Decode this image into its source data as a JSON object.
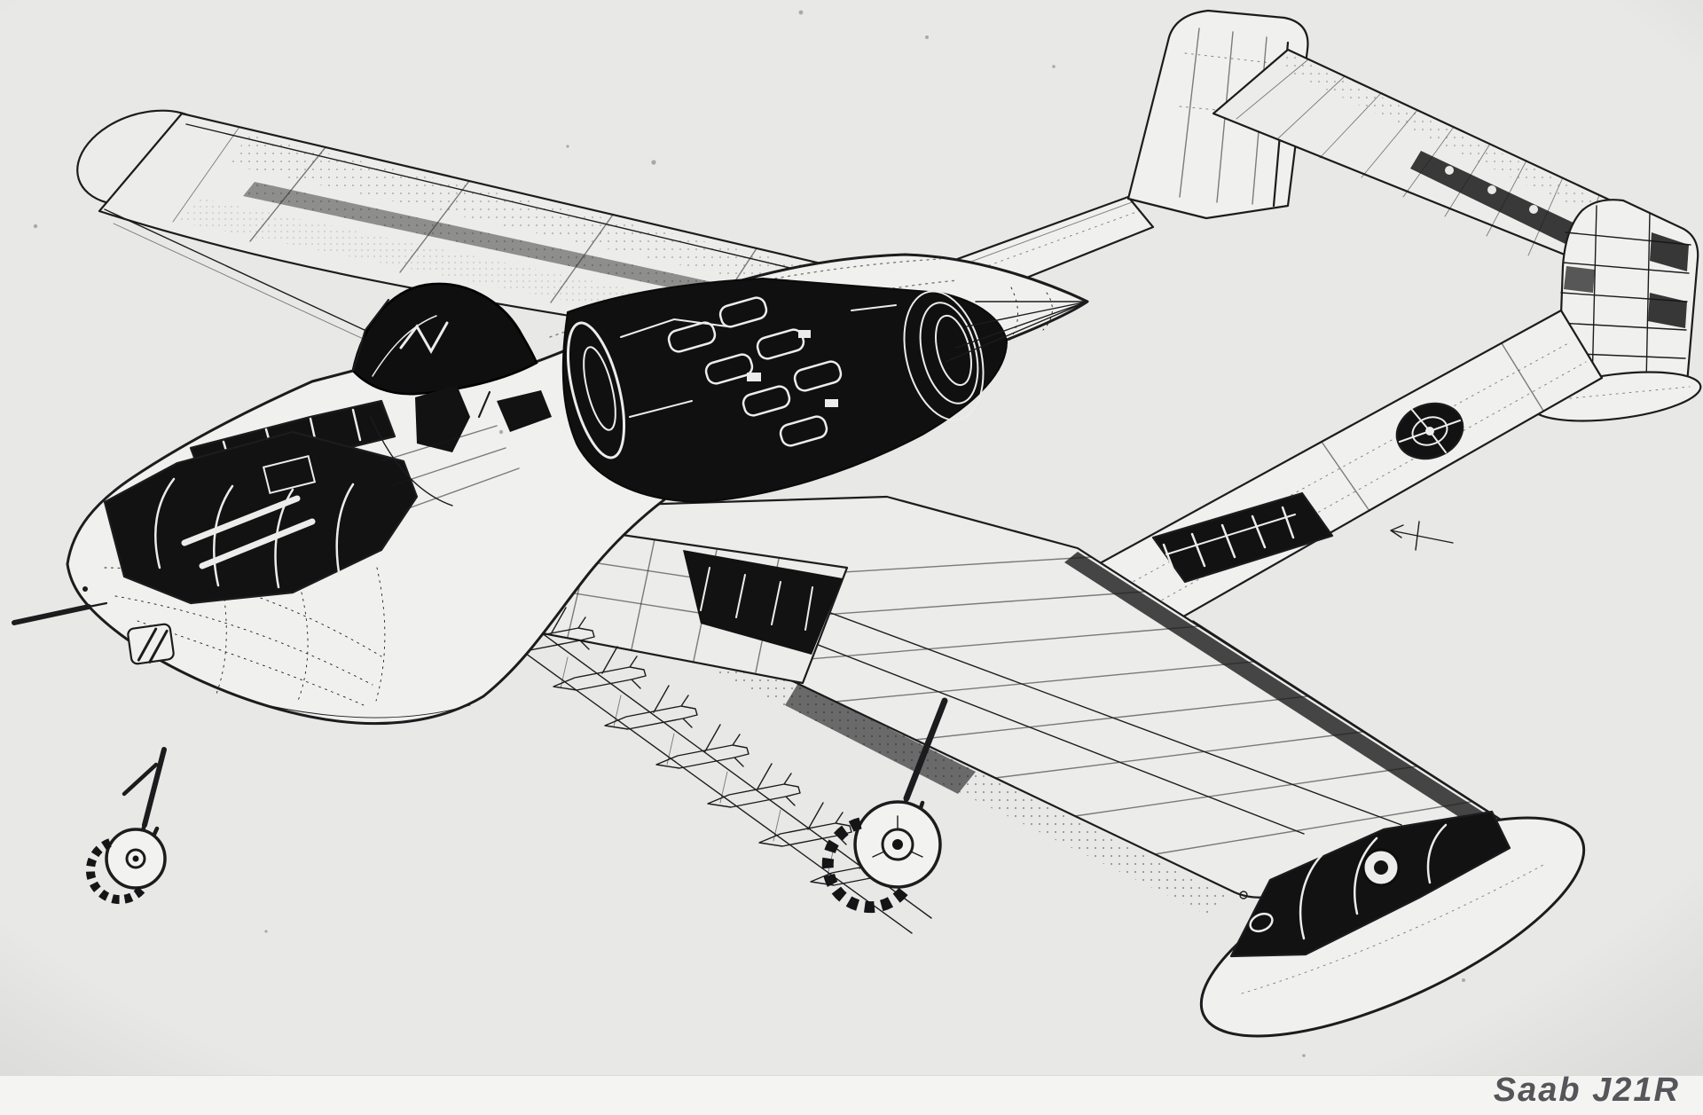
{
  "artwork": {
    "caption": "Saab J21R",
    "kind": "cutaway technical illustration",
    "subject": "twin-boom jet fighter cutaway line drawing"
  },
  "palette": {
    "background": "#e8e8e6",
    "bottom_strip": "#f4f4f2",
    "ink": "#1c1c1e",
    "caption_color": "#55555a"
  }
}
